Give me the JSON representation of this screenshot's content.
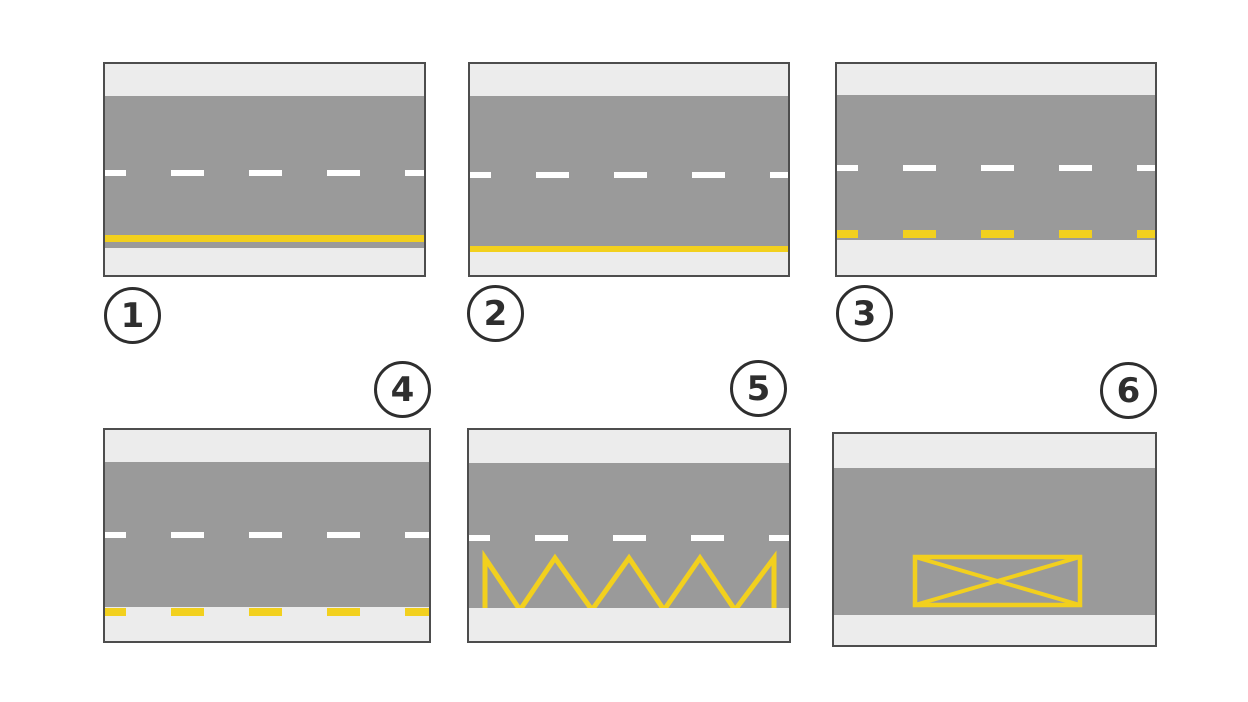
{
  "figure": {
    "description": "road-marking-identification-diagram",
    "panel_count": 6
  },
  "colors": {
    "page_bg": "#ffffff",
    "road": "#9a9a9a",
    "shoulder": "#ececec",
    "panel_border": "#4d4d4d",
    "lane_white": "#ffffff",
    "marking_yellow": "#f2d01e",
    "circle_border": "#2e2e2e",
    "digit": "#2e2e2e"
  },
  "panels": [
    {
      "number": "1",
      "marking": "solid-yellow-line-near-road-edge",
      "center_line": "white-dashed",
      "badge_position": "below-left"
    },
    {
      "number": "2",
      "marking": "solid-yellow-line-at-road-edge",
      "center_line": "white-dashed",
      "badge_position": "below-left"
    },
    {
      "number": "3",
      "marking": "dashed-yellow-line-near-road-edge",
      "center_line": "white-dashed",
      "badge_position": "below-left"
    },
    {
      "number": "4",
      "marking": "dashed-yellow-line-on-shoulder-edge",
      "center_line": "white-dashed",
      "badge_position": "above-right"
    },
    {
      "number": "5",
      "marking": "yellow-zigzag-line",
      "center_line": "white-dashed",
      "badge_position": "above-right"
    },
    {
      "number": "6",
      "marking": "yellow-crossed-box",
      "center_line": "none",
      "badge_position": "above-right"
    }
  ]
}
